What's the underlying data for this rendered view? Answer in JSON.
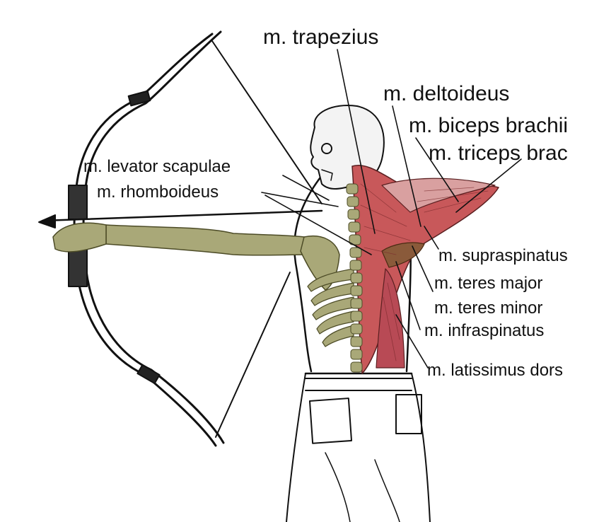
{
  "labels": {
    "trapezius": "m. trapezius",
    "deltoideus": "m. deltoideus",
    "biceps": "m. biceps brachii",
    "triceps": "m. triceps brac",
    "levator": "m. levator scapulae",
    "rhomboideus": "m. rhomboideus",
    "supraspinatus": "m. supraspinatus",
    "teres_major": "m. teres major",
    "teres_minor": "m. teres minor",
    "infraspinatus": "m. infraspinatus",
    "latissimus": "m. latissimus dors"
  },
  "colors": {
    "muscle": "#c8585a",
    "muscle_dark": "#8e2f31",
    "bone": "#a9a878",
    "bone_dark": "#5c5b32",
    "infraspinatus_fill": "#8a5a3a",
    "ink": "#111111"
  }
}
